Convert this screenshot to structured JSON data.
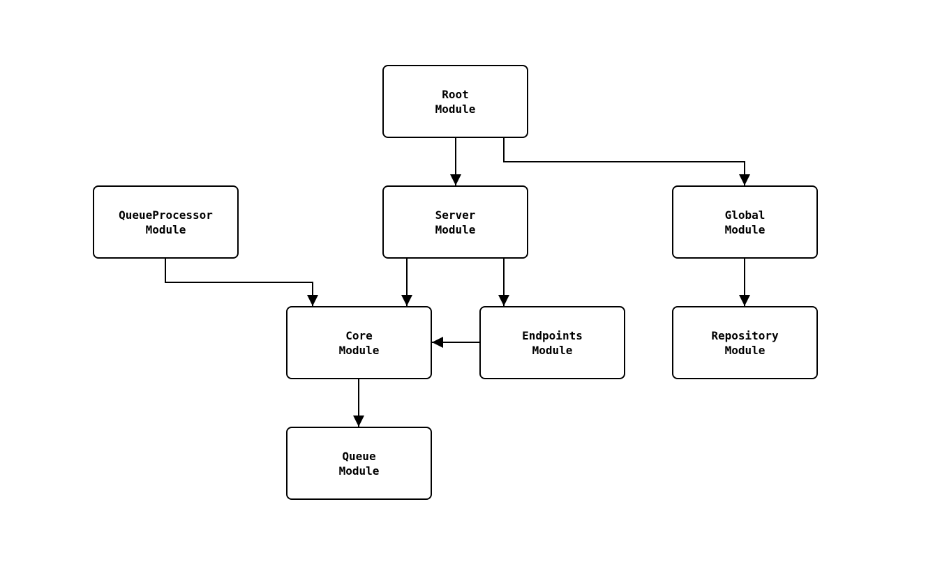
{
  "nodes": {
    "root": {
      "label": "Root\nModule"
    },
    "queueprocessor": {
      "label": "QueueProcessor\nModule"
    },
    "server": {
      "label": "Server\nModule"
    },
    "global": {
      "label": "Global\nModule"
    },
    "core": {
      "label": "Core\nModule"
    },
    "endpoints": {
      "label": "Endpoints\nModule"
    },
    "repository": {
      "label": "Repository\nModule"
    },
    "queue": {
      "label": "Queue\nModule"
    }
  },
  "edges": [
    {
      "from": "Root Module",
      "to": "Server Module"
    },
    {
      "from": "Root Module",
      "to": "Global Module"
    },
    {
      "from": "QueueProcessor Module",
      "to": "Core Module"
    },
    {
      "from": "Server Module",
      "to": "Core Module"
    },
    {
      "from": "Server Module",
      "to": "Endpoints Module"
    },
    {
      "from": "Endpoints Module",
      "to": "Core Module"
    },
    {
      "from": "Global Module",
      "to": "Repository Module"
    },
    {
      "from": "Core Module",
      "to": "Queue Module"
    }
  ],
  "colors": {
    "background": "#ffffff",
    "node_fill": "#ffffff",
    "node_border": "#000000",
    "edge": "#000000",
    "text": "#000000"
  }
}
